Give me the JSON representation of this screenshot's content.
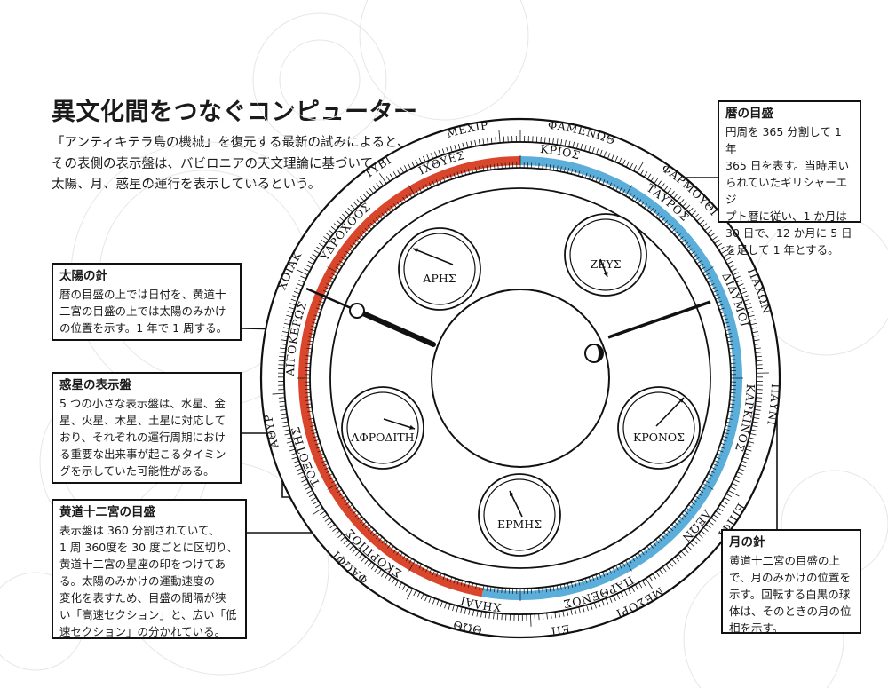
{
  "header": {
    "title": "異文化間をつなぐコンピューター",
    "intro_lines": [
      "「アンティキテラ島の機械」を復元する最新の試みによると、",
      "その表側の表示盤は、バビロニアの天文理論に基づいて、",
      "太陽、月、惑星の運行を表示しているという。"
    ]
  },
  "callouts": {
    "calendar": {
      "title": "暦の目盛",
      "lines": [
        "円周を 365 分割して 1 年",
        "365 日を表す。当時用い",
        "られていたギリシャーエジ",
        "プト暦に従い、1 か月は",
        "30 日で、12 か月に 5 日",
        "を足して 1 年とする。"
      ]
    },
    "sun": {
      "title": "太陽の針",
      "lines": [
        "暦の目盛の上では日付を、黄道十",
        "二宮の目盛の上では太陽のみかけ",
        "の位置を示す。1 年で 1 周する。"
      ]
    },
    "planets": {
      "title": "惑星の表示盤",
      "lines": [
        "5 つの小さな表示盤は、水星、金",
        "星、火星、木星、土星に対応して",
        "おり、それぞれの運行周期におけ",
        "る重要な出来事が起こるタイミン",
        "グを示していた可能性がある。"
      ]
    },
    "zodiac": {
      "title": "黄道十二宮の目盛",
      "lines": [
        "表示盤は 360 分割されていて、",
        "1 周 360度を 30 度ごとに区切り、",
        "黄道十二宮の星座の印をつけてあ",
        "る。太陽のみかけの運動速度の",
        "変化を表すため、目盛の間隔が狭",
        "い「高速セクション」と、広い「低",
        "速セクション」の分かれている。"
      ]
    },
    "moon": {
      "title": "月の針",
      "lines": [
        "黄道十二宮の目盛の上",
        "で、月のみかけの位置を",
        "示す。回転する白黒の球",
        "体は、そのときの月の位",
        "相を示す。"
      ]
    }
  },
  "dial": {
    "month_labels": [
      "ΜΕΧΙΡ",
      "ΦΑΜΕΝΩΘ",
      "ΦΑΡΜΟΥΘΙ",
      "ΠΑΧΩΝ",
      "ΠΑΥΝΙ",
      "ΕΠΙΦΙ",
      "ΜΕΣΟΡΙ",
      "ΕΠ",
      "ΘΩΘ",
      "ΦΑΩΦΙ",
      "ΑΘΥΡ",
      "ΧΟΙΑΚ",
      "ΤΥΒΙ"
    ],
    "zodiac_labels": [
      "ΚΡΙΟΣ",
      "ΤΑΥΡΟΣ",
      "ΔΙΔΥΜΟΙ",
      "ΚΑΡΚΙΝΟΣ",
      "ΛΕΩΝ",
      "ΠΑΡΘΕΝΟΣ",
      "ΧΗΛΑΙ",
      "ΣΚΟΡΠΙΟΣ",
      "ΤΟΞΟΤΗΣ",
      "ΑΙΓΟΚΕΡΩΣ",
      "ΥΔΡΟΧΟΟΣ",
      "ΙΧΘΥΕΣ"
    ],
    "planets": [
      "ΑΡΗΣ",
      "ΖΕΥΣ",
      "ΚΡΟΝΟΣ",
      "ΕΡΜΗΣ",
      "ΑΦΡΟΔΙΤΗ"
    ],
    "colors": {
      "fast_section": "#d9462b",
      "slow_section": "#5aaed9",
      "ink": "#111111"
    }
  }
}
